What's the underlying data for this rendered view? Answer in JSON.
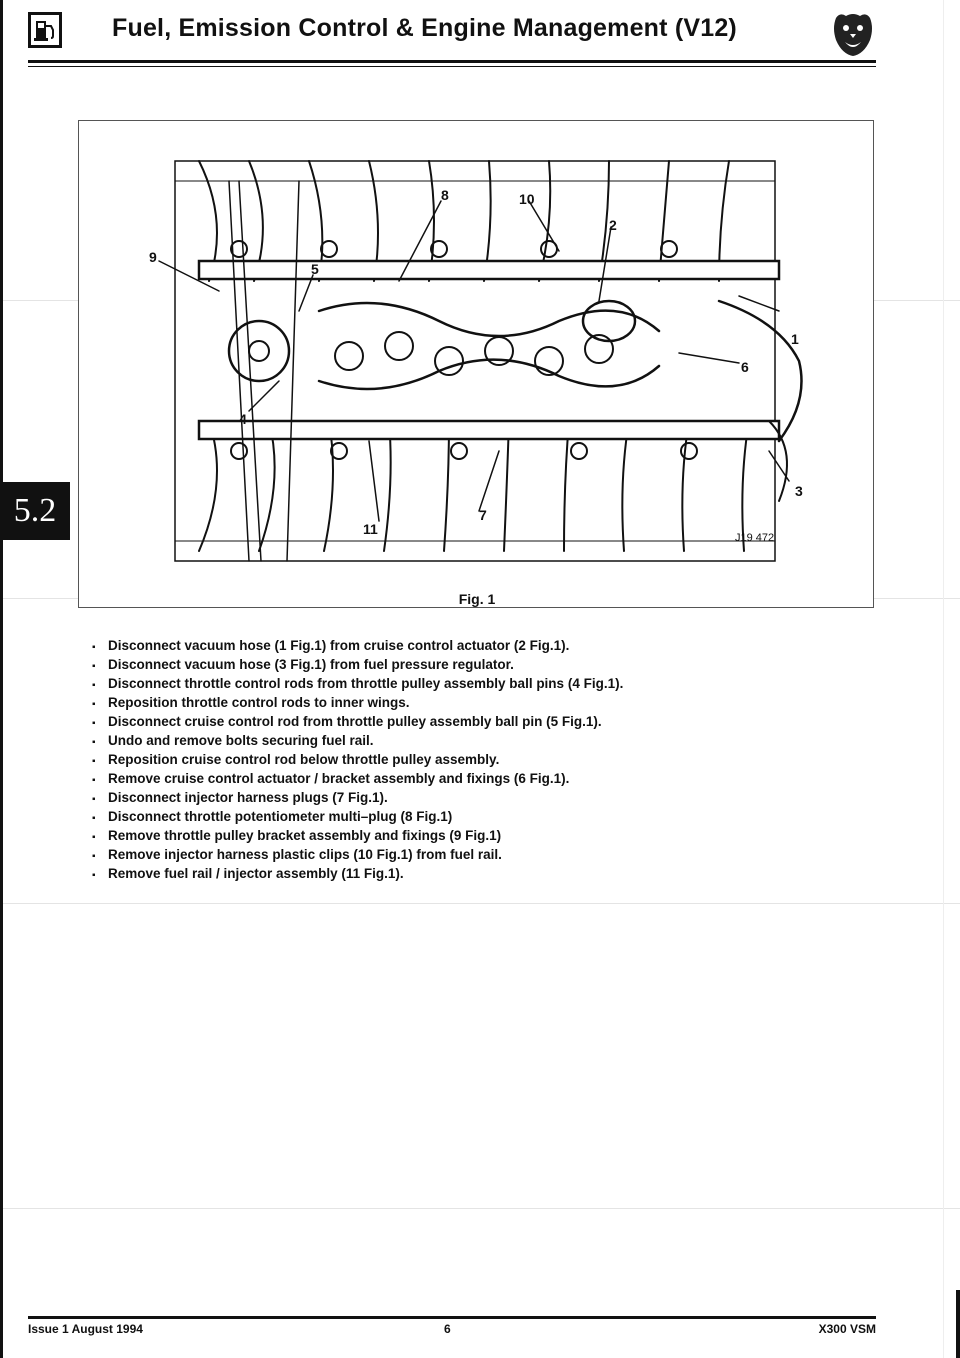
{
  "header": {
    "title": "Fuel, Emission Control & Engine Management (V12)",
    "icon": "fuel-pump-icon",
    "logo": "jaguar-head-icon"
  },
  "section_tab": "5.2",
  "figure": {
    "caption": "Fig. 1",
    "ref_code": "J19 472",
    "callouts": [
      "1",
      "2",
      "3",
      "4",
      "5",
      "6",
      "7",
      "8",
      "9",
      "10",
      "11"
    ]
  },
  "steps": [
    "Disconnect vacuum hose (1 Fig.1) from cruise control actuator (2 Fig.1).",
    "Disconnect vacuum hose (3 Fig.1) from fuel pressure regulator.",
    "Disconnect throttle control rods from throttle pulley assembly ball pins (4 Fig.1).",
    "Reposition throttle control rods to inner wings.",
    "Disconnect cruise control rod from throttle pulley assembly ball pin (5 Fig.1).",
    "Undo and remove bolts securing fuel rail.",
    "Reposition cruise control rod below throttle pulley assembly.",
    "Remove cruise control actuator / bracket assembly and fixings (6 Fig.1).",
    "Disconnect injector harness plugs (7 Fig.1).",
    "Disconnect throttle potentiometer multi–plug (8 Fig.1)",
    "Remove throttle pulley bracket assembly and fixings (9 Fig.1)",
    "Remove injector harness plastic clips (10 Fig.1) from fuel rail.",
    "Remove fuel rail / injector assembly (11 Fig.1)."
  ],
  "footer": {
    "issue": "Issue 1 August 1994",
    "page": "6",
    "manual": "X300 VSM"
  }
}
